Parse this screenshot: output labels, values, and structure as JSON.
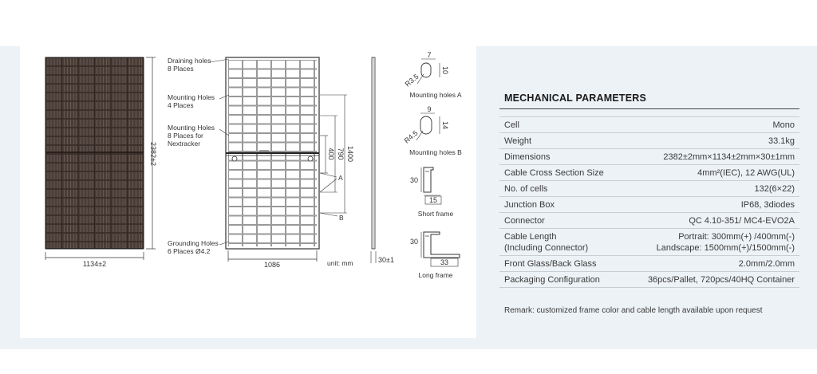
{
  "drawing": {
    "front_width": "1134±2",
    "front_height": "2382±2",
    "rear_width": "1086",
    "dim_400": "400",
    "dim_790": "790",
    "dim_1400": "1400",
    "unit": "unit: mm",
    "side_thickness": "30±1",
    "callouts": {
      "draining": "Draining holes",
      "draining_sub": "8 Places",
      "mounting4": "Mounting Holes",
      "mounting4_sub": "4 Places",
      "mounting8": "Mounting Holes",
      "mounting8_sub1": "8 Places for",
      "mounting8_sub2": "Nextracker",
      "grounding": "Grounding Holes",
      "grounding_sub": "6 Places Ø4.2",
      "label_a": "A",
      "label_b": "B"
    },
    "hole_a": {
      "width": "7",
      "height": "10",
      "radius": "R3.5",
      "caption": "Mounting holes A"
    },
    "hole_b": {
      "width": "9",
      "height": "14",
      "radius": "R4.5",
      "caption": "Mounting holes B"
    },
    "short_frame": {
      "height": "30",
      "width": "15",
      "caption": "Short frame"
    },
    "long_frame": {
      "height": "30",
      "width": "33",
      "caption": "Long frame"
    }
  },
  "mechanical": {
    "title": "MECHANICAL PARAMETERS",
    "rows": [
      {
        "label": "Cell",
        "value": "Mono"
      },
      {
        "label": "Weight",
        "value": "33.1kg"
      },
      {
        "label": "Dimensions",
        "value": "2382±2mm×1134±2mm×30±1mm"
      },
      {
        "label": "Cable Cross Section Size",
        "value": "4mm²(IEC), 12 AWG(UL)"
      },
      {
        "label": "No. of cells",
        "value": "132(6×22)"
      },
      {
        "label": "Junction Box",
        "value": "IP68, 3diodes"
      },
      {
        "label": "Connector",
        "value": "QC 4.10-351/ MC4-EVO2A"
      },
      {
        "label": "Cable Length\n(Including Connector)",
        "value": "Portrait: 300mm(+) /400mm(-)\nLandscape: 1500mm(+)/1500mm(-)"
      },
      {
        "label": "Front Glass/Back Glass",
        "value": "2.0mm/2.0mm"
      },
      {
        "label": "Packaging Configuration",
        "value": "36pcs/Pallet, 720pcs/40HQ Container"
      }
    ],
    "remark": "Remark: customized frame color and cable length available upon request"
  }
}
